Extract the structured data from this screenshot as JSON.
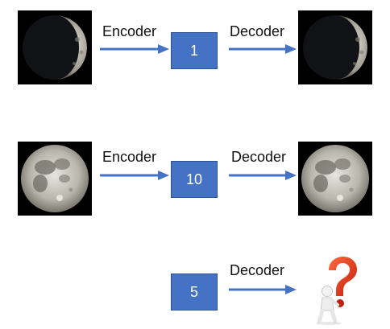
{
  "rows": [
    {
      "input_image": "crescent-moon-icon",
      "encoder_label": "Encoder",
      "code": "1",
      "decoder_label": "Decoder",
      "output_image": "crescent-moon-icon"
    },
    {
      "input_image": "full-moon-icon",
      "encoder_label": "Encoder",
      "code": "10",
      "decoder_label": "Decoder",
      "output_image": "full-moon-icon"
    },
    {
      "code": "5",
      "decoder_label": "Decoder",
      "output_image": "question-mark-figure-icon"
    }
  ],
  "colors": {
    "arrow": "#4472c4",
    "code_box": "#4472c4",
    "question_mark": "#e03a1e"
  }
}
